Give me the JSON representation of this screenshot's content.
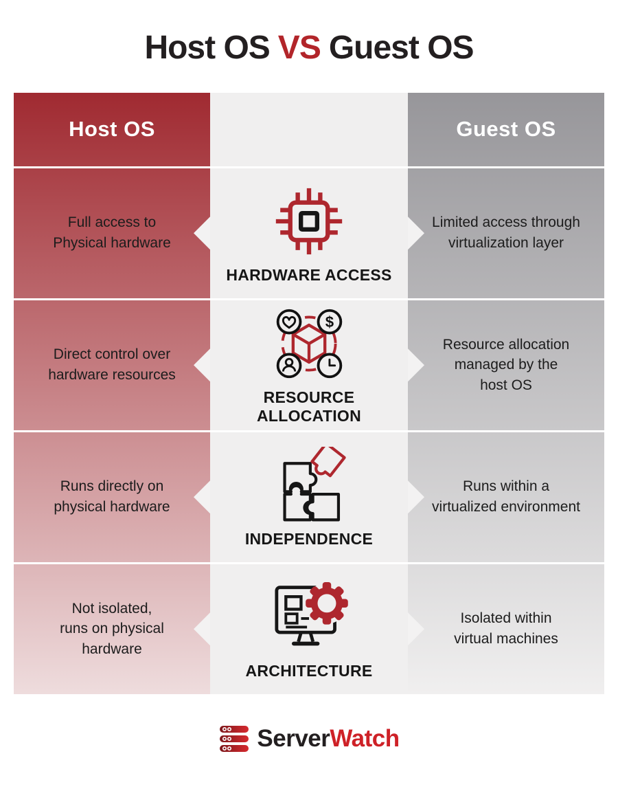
{
  "title": {
    "left": "Host OS",
    "vs": "VS",
    "right": "Guest OS"
  },
  "table": {
    "header": {
      "host": "Host OS",
      "guest": "Guest OS"
    },
    "rows": [
      {
        "category": "HARDWARE ACCESS",
        "icon": "cpu-chip-icon",
        "host": "Full access to\nPhysical hardware",
        "guest": "Limited access through\nvirtualization layer"
      },
      {
        "category": "RESOURCE ALLOCATION",
        "icon": "resource-cube-icon",
        "host": "Direct control over\nhardware resources",
        "guest": "Resource allocation\nmanaged by the\nhost OS"
      },
      {
        "category": "INDEPENDENCE",
        "icon": "puzzle-pieces-icon",
        "host": "Runs directly on\nphysical hardware",
        "guest": "Runs within a\nvirtualized environment"
      },
      {
        "category": "ARCHITECTURE",
        "icon": "monitor-gear-icon",
        "host": "Not isolated,\nruns on physical\nhardware",
        "guest": "Isolated within\nvirtual machines"
      }
    ]
  },
  "footer": {
    "icon": "server-stack-icon",
    "brand_black": "Server",
    "brand_red": "Watch"
  },
  "colors": {
    "accent_red": "#B2252A",
    "host_top": "#A02A31",
    "host_bottom": "#EEDCDD",
    "guest_top": "#97969A",
    "guest_bottom": "#F0EFEF",
    "center_bg": "#F0EFEF",
    "separator": "#FFFFFF",
    "notch": "#F3F2F2",
    "icon_red": "#AE272E",
    "icon_black": "#161616",
    "text": "#1C1C1C",
    "header_text": "#FFFFFF",
    "brand_black": "#231F20",
    "brand_red": "#CE2127"
  }
}
